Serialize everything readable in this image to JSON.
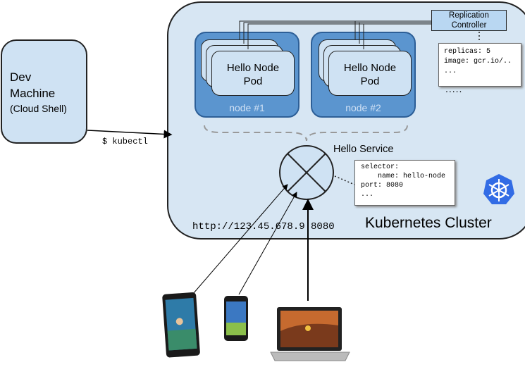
{
  "dev_machine": {
    "line1": "Dev",
    "line2": "Machine",
    "line3": "(Cloud Shell)"
  },
  "kubectl_label": "$ kubectl",
  "cluster": {
    "title": "Kubernetes Cluster"
  },
  "replication_controller": {
    "line1": "Replication",
    "line2": "Controller"
  },
  "rc_config": {
    "lines": [
      "replicas: 5",
      "image: gcr.io/..",
      "..."
    ],
    "more": "....."
  },
  "nodes": [
    {
      "label": "node #1",
      "pod_line1": "Hello Node",
      "pod_line2": "Pod"
    },
    {
      "label": "node #2",
      "pod_line1": "Hello Node",
      "pod_line2": "Pod"
    }
  ],
  "service": {
    "title": "Hello Service"
  },
  "service_config": {
    "lines": [
      "selector:",
      "    name: hello-node",
      "port: 8080",
      "..."
    ]
  },
  "external_ip": "http://123.45.678.9:8080",
  "colors": {
    "cluster_fill": "#d7e6f3",
    "node_fill": "#5b95cf",
    "pod_fill": "#cfe2f3",
    "k8s_logo": "#326ce5"
  },
  "icons": [
    "kubernetes-logo-icon",
    "tablet-icon",
    "phone-icon",
    "laptop-icon"
  ]
}
